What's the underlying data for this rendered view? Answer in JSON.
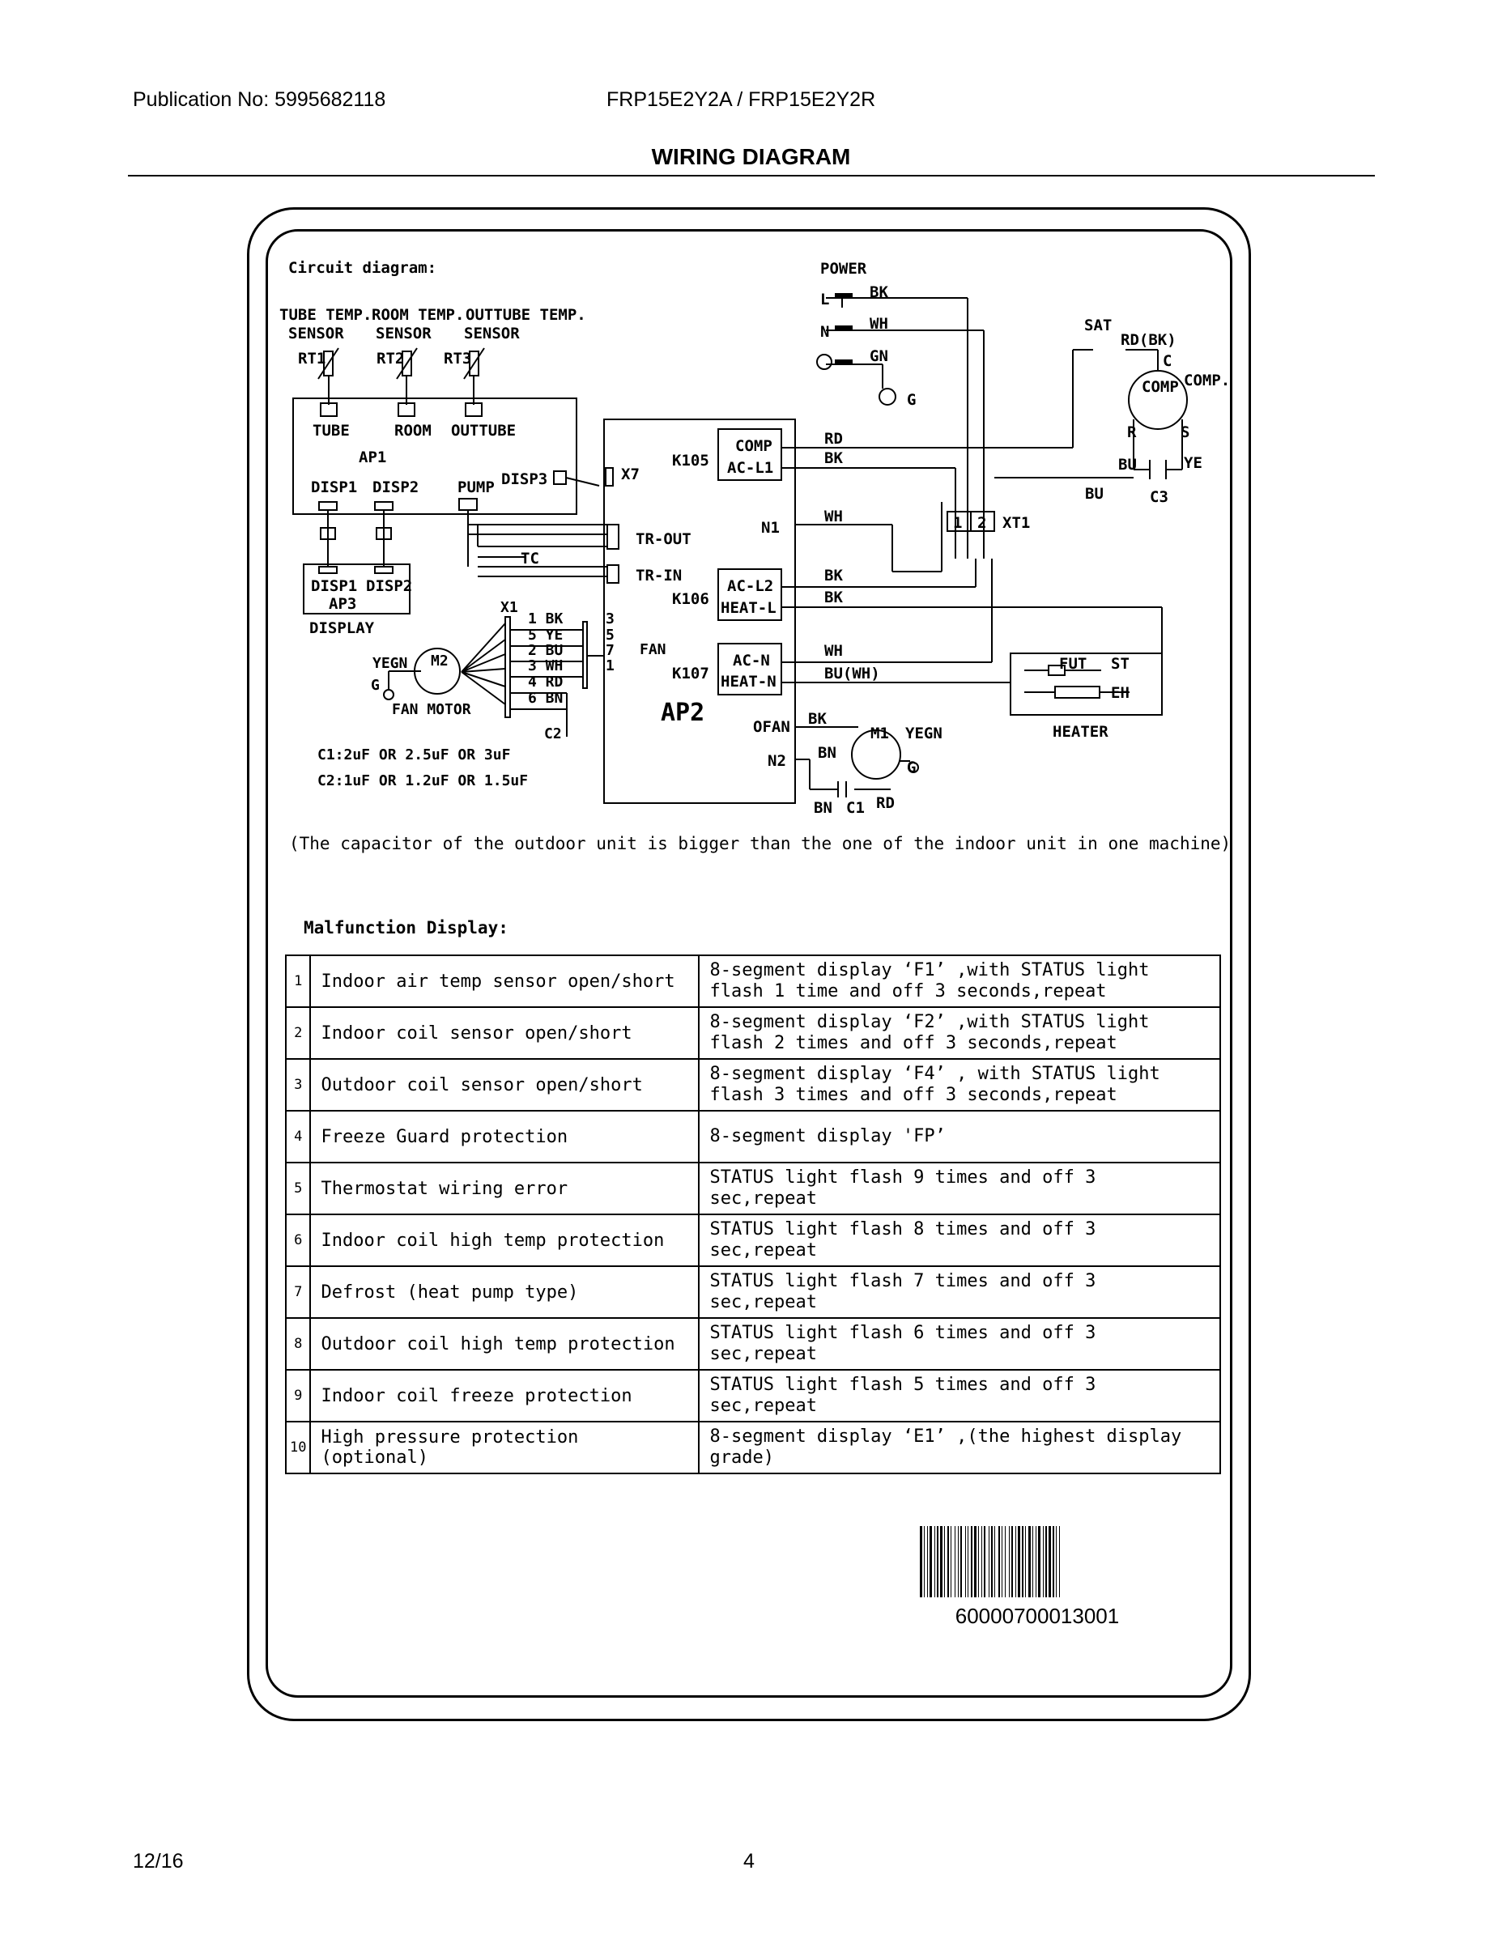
{
  "header": {
    "publication": "Publication No: 5995682118",
    "model": "FRP15E2Y2A / FRP15E2Y2R",
    "title": "WIRING DIAGRAM"
  },
  "diagram": {
    "title": "Circuit diagram:",
    "sensors": {
      "tube": [
        "TUBE TEMP.",
        "SENSOR"
      ],
      "room": [
        "ROOM TEMP.",
        "SENSOR"
      ],
      "outtube": [
        "OUTTUBE TEMP.",
        "SENSOR"
      ],
      "rt1": "RT1",
      "rt2": "RT2",
      "rt3": "RT3"
    },
    "ap1": {
      "tube": "TUBE",
      "room": "ROOM",
      "outtube": "OUTTUBE",
      "name": "AP1",
      "disp1": "DISP1",
      "disp2": "DISP2",
      "pump": "PUMP",
      "disp3": "DISP3"
    },
    "display": {
      "disp1": "DISP1",
      "disp2": "DISP2",
      "ap3": "AP3",
      "label": "DISPLAY"
    },
    "x7": "X7",
    "tc": "TC",
    "tr_out": "TR-OUT",
    "tr_in": "TR-IN",
    "fan_motor": {
      "x1": "X1",
      "yegn": "YEGN",
      "g": "G",
      "m2": "M2",
      "label": "FAN MOTOR",
      "wires": [
        "1 BK",
        "5 YE",
        "2 BU",
        "3 WH",
        "4 RD",
        "6 BN"
      ],
      "pins": [
        "3",
        "5",
        "7",
        "1"
      ],
      "fan": "FAN",
      "c2": "C2"
    },
    "capacitors": [
      "C1:2uF OR 2.5uF OR 3uF",
      "C2:1uF OR 1.2uF OR 1.5uF"
    ],
    "ap2": {
      "name": "AP2",
      "k105": "K105",
      "comp": "COMP",
      "acl1": "AC-L1",
      "n1": "N1",
      "k106": "K106",
      "acl2": "AC-L2",
      "heatl": "HEAT-L",
      "k107": "K107",
      "acn": "AC-N",
      "heatn": "HEAT-N",
      "ofan": "OFAN",
      "n2": "N2"
    },
    "wires": {
      "rd": "RD",
      "bk": "BK",
      "wh": "WH",
      "bu_wh": "BU(WH)",
      "bn": "BN",
      "gn": "GN",
      "ye": "YE",
      "bu": "BU",
      "rd_bk": "RD(BK)"
    },
    "power": {
      "label": "POWER",
      "l": "L",
      "n": "N",
      "g": "G"
    },
    "compressor": {
      "sat": "SAT",
      "comp": "COMP",
      "comp_label": "COMP.",
      "c": "C",
      "r": "R",
      "s": "S",
      "c3": "C3"
    },
    "xt1": {
      "label": "XT1",
      "pins": [
        "1",
        "2"
      ]
    },
    "heater": {
      "fut": "FUT",
      "st": "ST",
      "eh": "EH",
      "label": "HEATER"
    },
    "outdoor_fan": {
      "m1": "M1",
      "yegn": "YEGN",
      "g": "G",
      "c1": "C1"
    }
  },
  "note": "(The capacitor of the outdoor unit is bigger than the one of the indoor unit in one machine)",
  "malfunction": {
    "title": "Malfunction Display:",
    "rows": [
      {
        "no": "1",
        "cause": "Indoor air temp sensor open/short",
        "display": [
          "8-segment display ‘F1’ ,with STATUS light",
          "flash 1 time and off 3 seconds,repeat"
        ]
      },
      {
        "no": "2",
        "cause": "Indoor coil sensor open/short",
        "display": [
          "8-segment display ‘F2’ ,with STATUS light",
          "flash 2 times and off 3 seconds,repeat"
        ]
      },
      {
        "no": "3",
        "cause": "Outdoor coil sensor open/short",
        "display": [
          "8-segment display ‘F4’ , with STATUS light",
          "flash 3 times and off 3 seconds,repeat"
        ]
      },
      {
        "no": "4",
        "cause": "Freeze Guard protection",
        "display": [
          "8-segment display 'FP’"
        ]
      },
      {
        "no": "5",
        "cause": "Thermostat wiring error",
        "display": [
          "STATUS light flash 9 times and off 3 sec,repeat"
        ]
      },
      {
        "no": "6",
        "cause": "Indoor coil high temp protection",
        "display": [
          "STATUS light flash 8 times and off 3 sec,repeat"
        ]
      },
      {
        "no": "7",
        "cause": "Defrost (heat pump type)",
        "display": [
          "STATUS light flash 7 times and off 3 sec,repeat"
        ]
      },
      {
        "no": "8",
        "cause": "Outdoor coil high temp protection",
        "display": [
          "STATUS light flash 6 times and off 3 sec,repeat"
        ]
      },
      {
        "no": "9",
        "cause": "Indoor coil freeze protection",
        "display": [
          "STATUS light flash 5 times and off 3 sec,repeat"
        ]
      },
      {
        "no": "10",
        "cause": "High pressure protection (optional)",
        "display": [
          "8-segment display ‘E1’ ,(the highest display grade)"
        ]
      }
    ]
  },
  "barcode_number": "60000700013001",
  "footer": {
    "date": "12/16",
    "page": "4"
  }
}
